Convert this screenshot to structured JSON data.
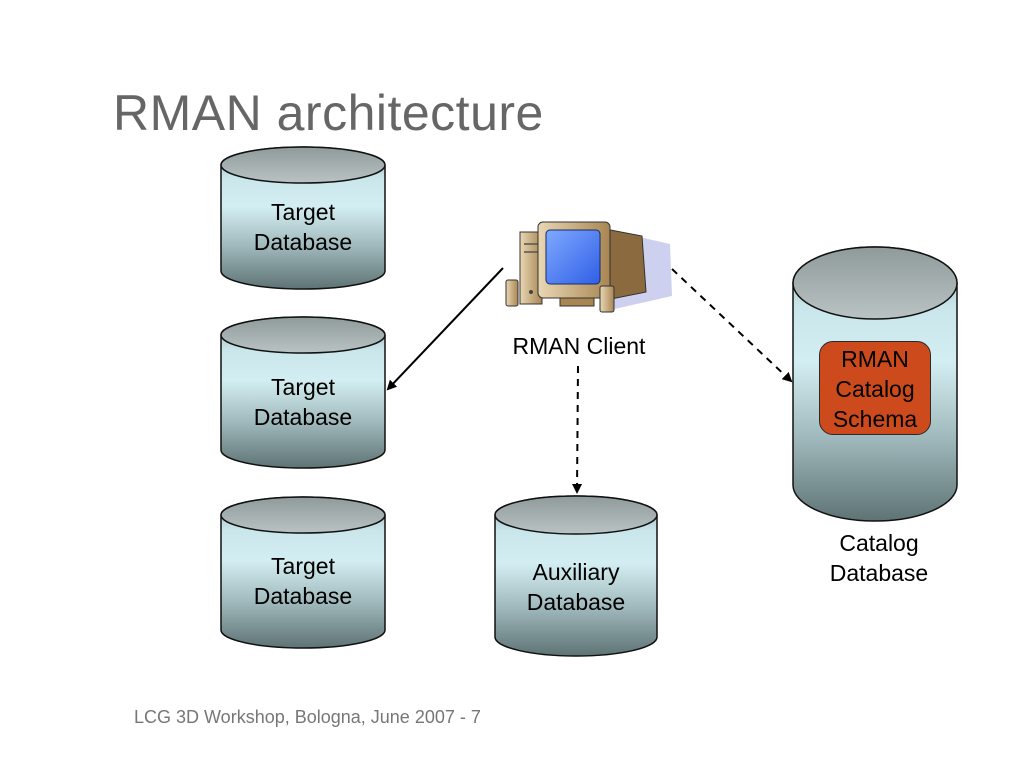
{
  "title": "RMAN architecture",
  "nodes": {
    "target_db_1": {
      "line1": "Target",
      "line2": "Database"
    },
    "target_db_2": {
      "line1": "Target",
      "line2": "Database"
    },
    "target_db_3": {
      "line1": "Target",
      "line2": "Database"
    },
    "auxiliary_db": {
      "line1": "Auxiliary",
      "line2": "Database"
    },
    "rman_client": {
      "label": "RMAN Client",
      "icon": "computer-icon"
    },
    "catalog_schema": {
      "line1": "RMAN",
      "line2": "Catalog",
      "line3": "Schema"
    },
    "catalog_db": {
      "line1": "Catalog",
      "line2": "Database"
    }
  },
  "edges": [
    {
      "from": "rman_client",
      "to": "target_db_2",
      "style": "solid"
    },
    {
      "from": "rman_client",
      "to": "catalog_db",
      "style": "dashed"
    },
    {
      "from": "rman_client",
      "to": "auxiliary_db",
      "style": "dashed"
    }
  ],
  "colors": {
    "title": "#666666",
    "schema_box": "#cc4a1c",
    "cylinder_light": "#d3eef2",
    "cylinder_dark": "#5e7374",
    "footer": "#777777"
  },
  "footer": "LCG 3D Workshop, Bologna, June 2007 - 7"
}
